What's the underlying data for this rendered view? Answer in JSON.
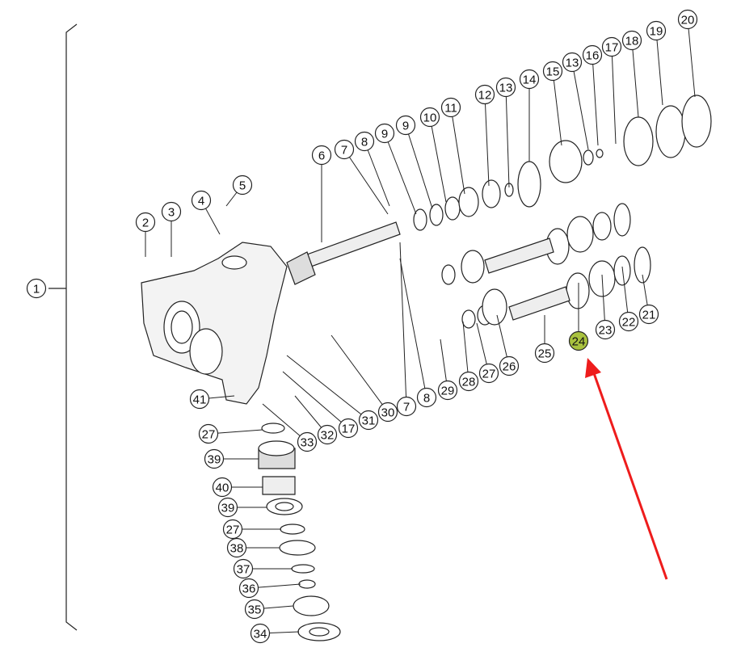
{
  "diagram": {
    "callouts": [
      "1",
      "2",
      "3",
      "4",
      "5",
      "6",
      "7",
      "8",
      "9",
      "9",
      "10",
      "11",
      "12",
      "13",
      "14",
      "15",
      "13",
      "16",
      "17",
      "18",
      "19",
      "20",
      "21",
      "22",
      "23",
      "24",
      "25",
      "26",
      "27",
      "28",
      "29",
      "8",
      "7",
      "30",
      "31",
      "17",
      "32",
      "33",
      "41",
      "27",
      "39",
      "40",
      "39",
      "27",
      "38",
      "37",
      "36",
      "35",
      "34"
    ],
    "highlighted_callout": "24",
    "colors": {
      "highlight": "#a9c23f",
      "arrow": "#ee1c1c",
      "line": "#222222"
    }
  }
}
